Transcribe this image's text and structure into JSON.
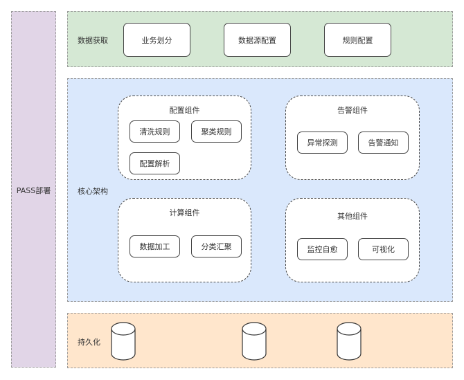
{
  "colors": {
    "deploy_bg": "#e1d5e7",
    "data_acquisition_bg": "#d5e8d4",
    "core_bg": "#dae8fc",
    "persistence_bg": "#ffe6cc",
    "box_border": "#444444"
  },
  "deploy": {
    "label": "PASS部署"
  },
  "data_acquisition": {
    "label": "数据获取",
    "boxes": [
      "业务划分",
      "数据源配置",
      "规则配置"
    ]
  },
  "core": {
    "label": "核心架构",
    "groups": [
      {
        "title": "配置组件",
        "items": [
          "清洗规则",
          "聚类规则",
          "配置解析"
        ]
      },
      {
        "title": "告警组件",
        "items": [
          "异常探测",
          "告警通知"
        ]
      },
      {
        "title": "计算组件",
        "items": [
          "数据加工",
          "分类汇聚"
        ]
      },
      {
        "title": "其他组件",
        "items": [
          "监控自愈",
          "可视化"
        ]
      }
    ]
  },
  "persistence": {
    "label": "持久化",
    "databases": [
      {
        "icon": "database-cylinder-icon"
      },
      {
        "icon": "database-cylinder-icon"
      },
      {
        "icon": "database-cylinder-icon"
      }
    ]
  }
}
